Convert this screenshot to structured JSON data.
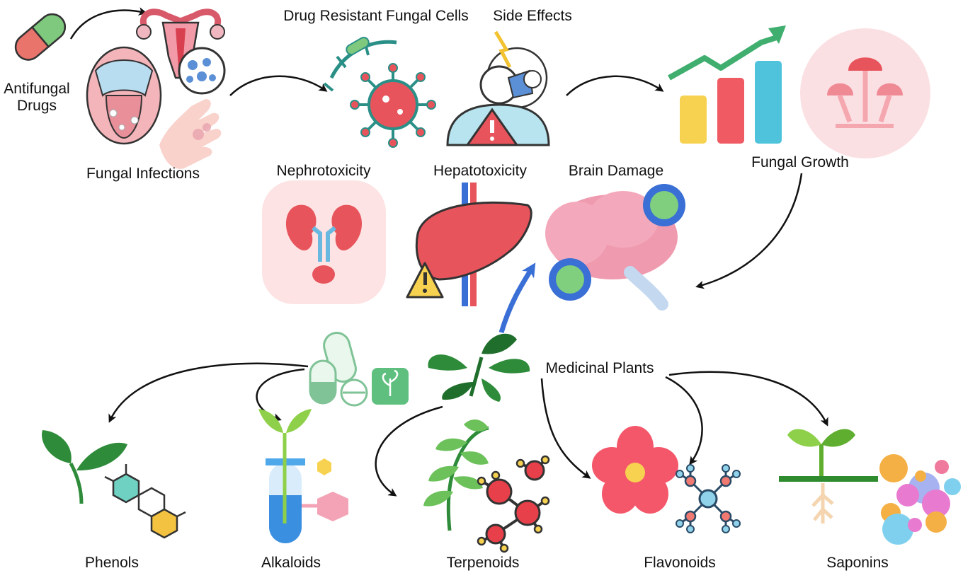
{
  "labels": {
    "antifungal_drugs": "Antifungal\nDrugs",
    "fungal_infections": "Fungal Infections",
    "drug_resistant": "Drug Resistant Fungal Cells",
    "side_effects": "Side Effects",
    "fungal_growth": "Fungal Growth",
    "nephrotoxicity": "Nephrotoxicity",
    "hepatotoxicity": "Hepatotoxicity",
    "brain_damage": "Brain Damage",
    "medicinal_plants": "Medicinal Plants",
    "phenols": "Phenols",
    "alkaloids": "Alkaloids",
    "terpenoids": "Terpenoids",
    "flavonoids": "Flavonoids",
    "saponins": "Saponins"
  },
  "icons": [
    "capsule-icon",
    "uterus-icon",
    "mouth-icon",
    "hand-rash-icon",
    "virus-icon",
    "sick-person-icon",
    "bar-chart-icon",
    "mushroom-icon",
    "kidney-icon",
    "liver-icon",
    "brain-icon",
    "plant-leaves-icon",
    "supplement-pills-icon",
    "sprout-icon",
    "test-tube-icon",
    "branch-icon",
    "molecule-icon",
    "flower-icon",
    "network-molecule-icon",
    "root-sprout-icon",
    "bubbles-icon"
  ],
  "colors": {
    "arrow": "#111111",
    "blue_arrow": "#3a6fd6",
    "green": "#3f9a3f",
    "red": "#e8545c",
    "pink": "#f3a3b5",
    "teal": "#2a8f86"
  }
}
